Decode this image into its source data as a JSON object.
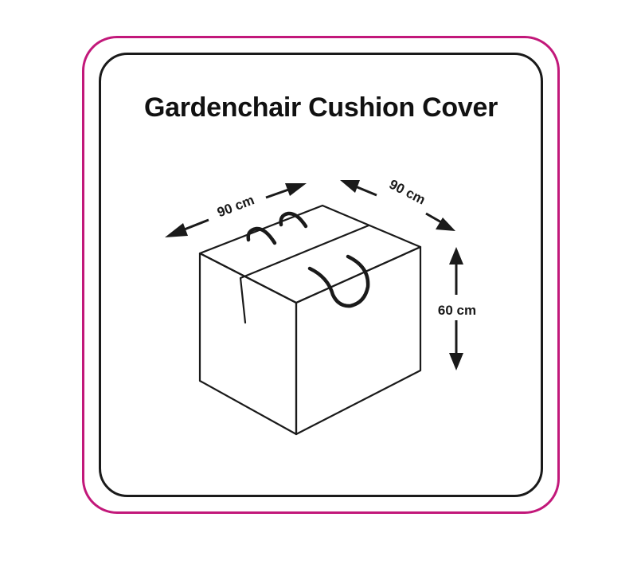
{
  "title": "Gardenchair Cushion Cover",
  "dimensions": {
    "width_label": "90 cm",
    "depth_label": "90 cm",
    "height_label": "60 cm"
  },
  "colors": {
    "outer_border": "#c2187a",
    "inner_border": "#1a1a1a",
    "line": "#1a1a1a"
  }
}
